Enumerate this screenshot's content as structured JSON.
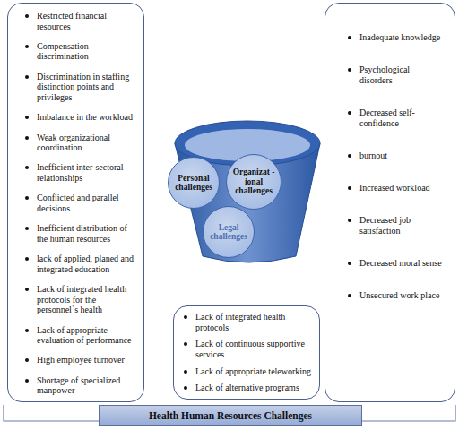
{
  "diagram": {
    "nodes": [
      {
        "text": [
          "Restricted financial resources",
          "Compensation discrimination",
          "Discrimination in staffing distinction points and privileges",
          "Imbalance in the workload",
          "Weak organizational coordination",
          "Inefficient inter-sectoral relationships",
          "Conflicted and parallel decisions",
          "Inefficient distribution of the human resources",
          "lack of applied, planed and integrated education",
          "Lack of integrated health protocols for the personnel`s health",
          "Lack of appropriate evaluation of performance",
          "High employee turnover",
          "Shortage of specialized manpower"
        ]
      },
      {
        "text": [
          "Personal challenges"
        ]
      },
      {
        "text": [
          "Organizat -ional challenges"
        ]
      },
      {
        "text": [
          "Legal challenges"
        ]
      },
      {
        "text": [
          "Inadequate knowledge",
          "Psychological disorders",
          "Decreased self-confidence",
          "burnout",
          "Increased workload",
          "Decreased job satisfaction",
          "Decreased moral sense",
          "Unsecured work place"
        ]
      },
      {
        "text": [
          "Lack of integrated health protocols",
          "Lack of continuous supportive services",
          "Lack of appropriate teleworking",
          "Lack of alternative programs"
        ]
      },
      {
        "text": [
          "Health Human Resources Challenges"
        ]
      }
    ]
  }
}
